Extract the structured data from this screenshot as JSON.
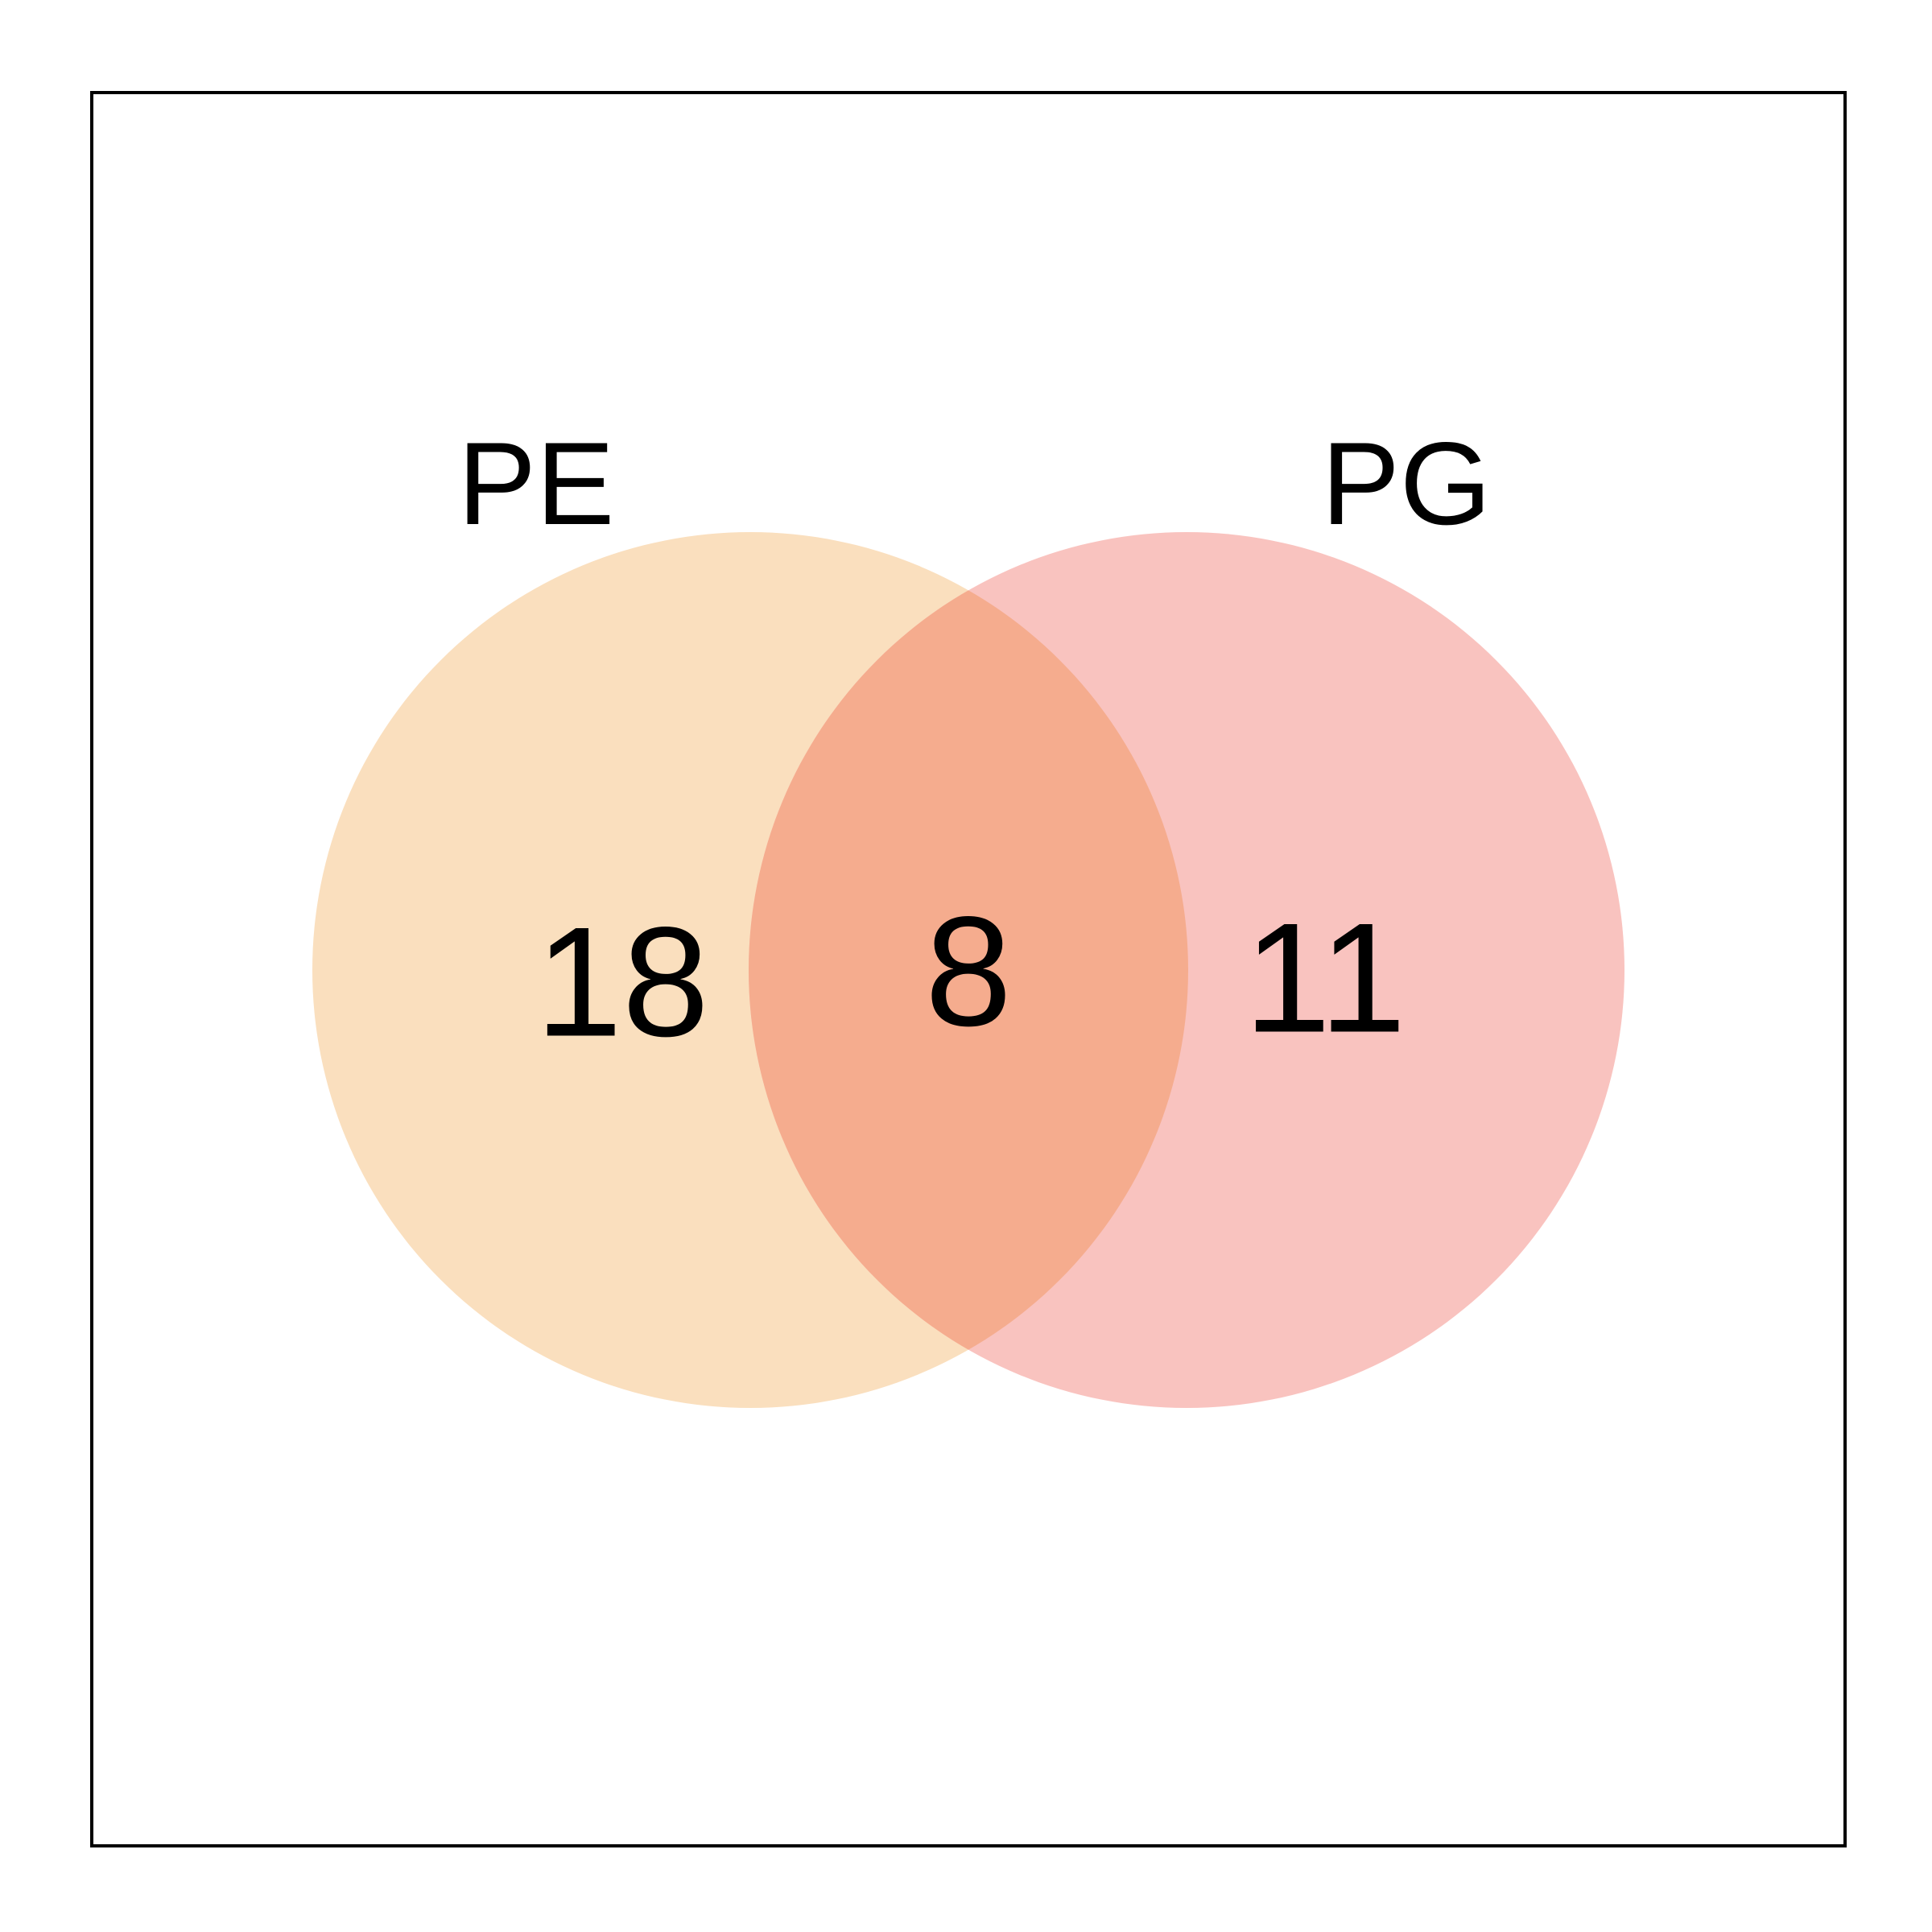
{
  "venn": {
    "sets": [
      {
        "label": "PE",
        "fill": "#FADFBE"
      },
      {
        "label": "PG",
        "fill": "#F9C3BF"
      }
    ],
    "overlap_fill": "#F5AC8E",
    "border_color": "#000000",
    "counts": {
      "pe_only": "18",
      "both": "8",
      "pg_only": "11"
    }
  }
}
